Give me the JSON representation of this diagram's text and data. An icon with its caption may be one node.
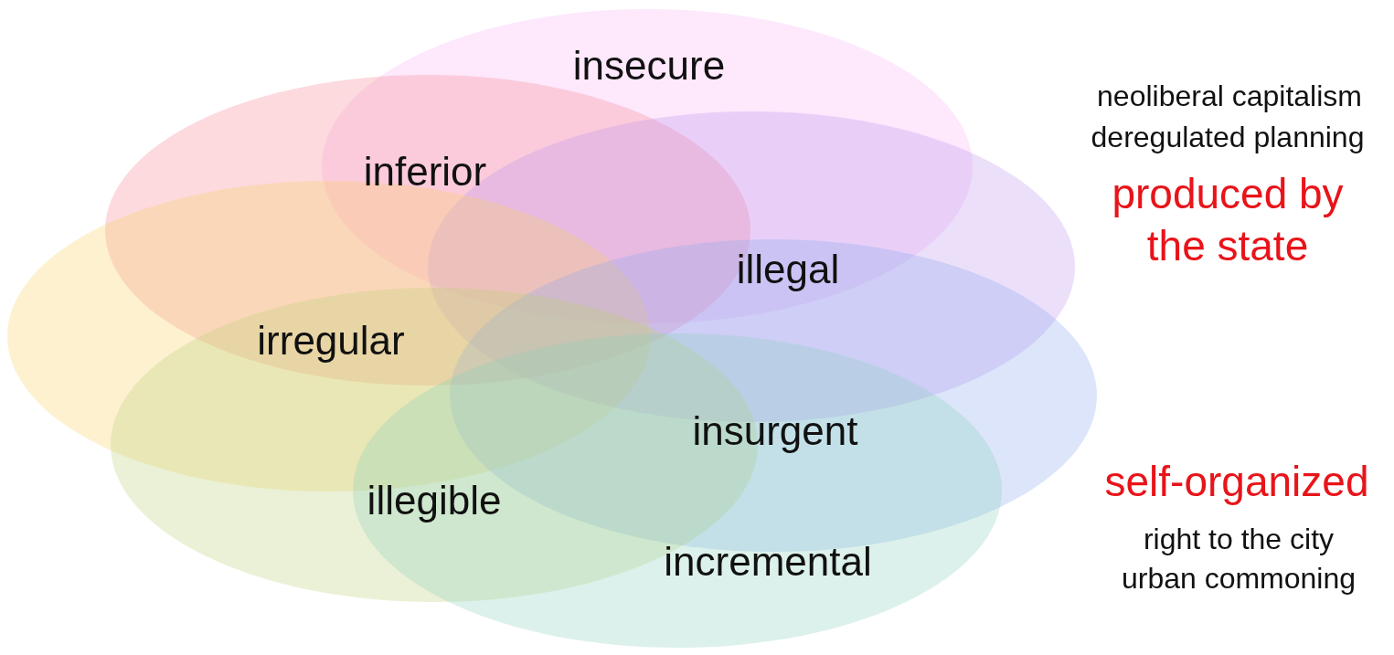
{
  "diagram": {
    "nodes": [
      {
        "text": [
          "insecure"
        ]
      },
      {
        "text": [
          "inferior"
        ]
      },
      {
        "text": [
          "illegal"
        ]
      },
      {
        "text": [
          "irregular"
        ]
      },
      {
        "text": [
          "insurgent"
        ]
      },
      {
        "text": [
          "illegible"
        ]
      },
      {
        "text": [
          "incremental"
        ]
      }
    ],
    "labels": [
      "neoliberal capitalism",
      "deregulated planning",
      "produced by the state",
      "self-organized",
      "right to the city",
      "urban commoning"
    ]
  }
}
